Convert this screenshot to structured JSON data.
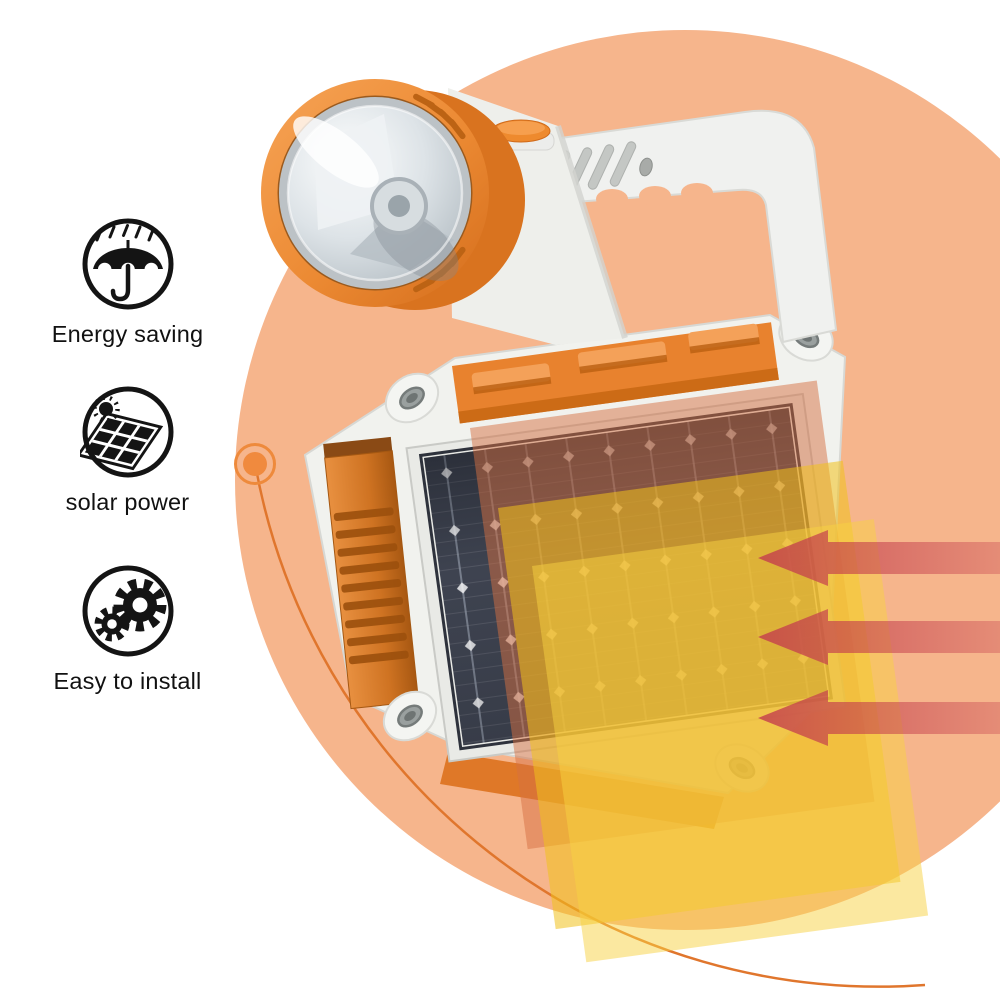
{
  "features": [
    {
      "icon": "umbrella-rain-icon",
      "label": "Energy saving"
    },
    {
      "icon": "sun-solar-panel-icon",
      "label": "solar power"
    },
    {
      "icon": "gears-icon",
      "label": "Easy to install"
    }
  ],
  "scene": {
    "description": "orange and white solar rechargeable handheld spotlight with front solar panel, carry handle, side grip and headlamp; three red sun-ray arrows point at the solar panel",
    "sunlight_arrow_count": 3
  },
  "colors": {
    "background": "#ffffff",
    "peach_circle": "#f6b58c",
    "orbit_line": "#e0762d",
    "product_orange": "#ee8c35",
    "product_deep_orange": "#d9731f",
    "product_white": "#f0f1ef",
    "solar_panel": "#3e4350",
    "sunlight_yellow": "#f0c32e",
    "arrow_red": "#c43e4d",
    "icon_color": "#141414",
    "label_color": "#111111"
  }
}
